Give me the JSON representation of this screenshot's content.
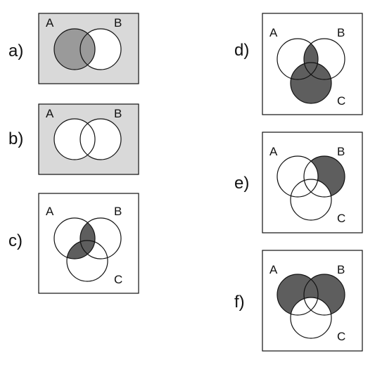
{
  "colors": {
    "background": "#ffffff",
    "universe_shaded": "#d9d9d9",
    "set_shaded_medium": "#9a9a9a",
    "set_shaded_dark": "#5e5e5e",
    "stroke": "#111111"
  },
  "panels": [
    {
      "label": "a)",
      "sets": [
        "A",
        "B"
      ]
    },
    {
      "label": "b)",
      "sets": [
        "A",
        "B"
      ]
    },
    {
      "label": "c)",
      "sets": [
        "A",
        "B",
        "C"
      ]
    },
    {
      "label": "d)",
      "sets": [
        "A",
        "B",
        "C"
      ]
    },
    {
      "label": "e)",
      "sets": [
        "A",
        "B",
        "C"
      ]
    },
    {
      "label": "f)",
      "sets": [
        "A",
        "B",
        "C"
      ]
    }
  ]
}
